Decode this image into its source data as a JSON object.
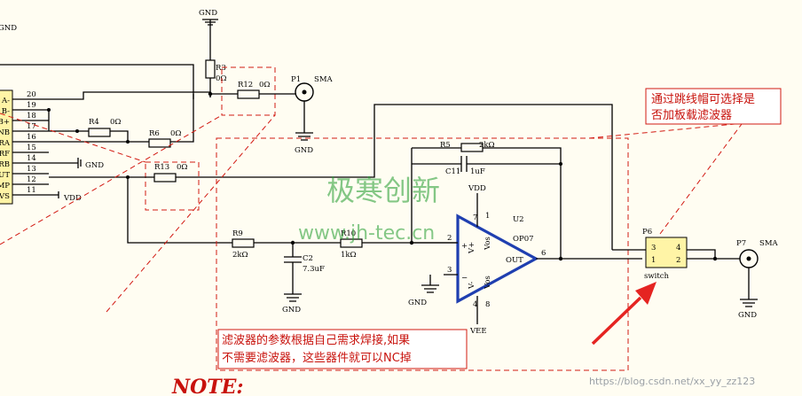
{
  "gnd_label": "GND",
  "vdd_label": "VDD",
  "vee_label": "VEE",
  "connector_partial": {
    "labels": [
      "A-",
      "B-",
      "B+",
      "NB",
      "RA",
      "RF",
      "RB",
      "UT",
      "MP",
      "VS"
    ],
    "pins": [
      "20",
      "19",
      "18",
      "17",
      "16",
      "15",
      "14",
      "13",
      "12",
      "11"
    ]
  },
  "components": {
    "R3": {
      "ref": "R3",
      "value": "0Ω"
    },
    "R12": {
      "ref": "R12",
      "value": "0Ω"
    },
    "R4": {
      "ref": "R4",
      "value": "0Ω"
    },
    "R6": {
      "ref": "R6",
      "value": "0Ω"
    },
    "R13": {
      "ref": "R13",
      "value": "0Ω"
    },
    "R5": {
      "ref": "R5",
      "value": "2kΩ"
    },
    "C11": {
      "ref": "C11",
      "value": "1uF"
    },
    "R9": {
      "ref": "R9",
      "value": "2kΩ"
    },
    "R10": {
      "ref": "R10",
      "value": "1kΩ"
    },
    "C2": {
      "ref": "C2",
      "value": "7.3uF"
    },
    "U2": {
      "ref": "U2",
      "part": "OP07",
      "out_label": "OUT",
      "vplus": "V+",
      "vminus": "V-",
      "vos": "Vos",
      "plus_sign": "+",
      "minus_sign": "−"
    },
    "P1": {
      "ref": "P1",
      "type": "SMA"
    },
    "P7": {
      "ref": "P7",
      "type": "SMA"
    },
    "P6": {
      "ref": "P6",
      "name": "switch",
      "pins": [
        "3",
        "4",
        "1",
        "2"
      ]
    }
  },
  "opamp_pins": {
    "in_minus": "2",
    "in_plus": "3",
    "out": "6",
    "vplus": "7",
    "vminus": "4",
    "vos1": "1",
    "vos2": "8"
  },
  "annotations": {
    "jumper_note": [
      "通过跳线帽可选择是",
      "否加板载滤波器"
    ],
    "filter_note": [
      "滤波器的参数根据自己需求焊接,如果",
      "不需要滤波器，这些器件就可以NC掉"
    ],
    "note_title": "NOTE:"
  },
  "watermark": {
    "cn": "极寒创新",
    "url": "www.jh-tec.cn"
  },
  "footer_url": "https://blog.csdn.net/xx_yy_zz123",
  "colors": {
    "wire": "#000000",
    "dashed_box": "#d21a12",
    "note_text": "#c8120c",
    "arrow": "#e52421",
    "opamp": "#1f3fb0",
    "highlight": "#fff6a8",
    "watermark": "#1f9a2c"
  }
}
